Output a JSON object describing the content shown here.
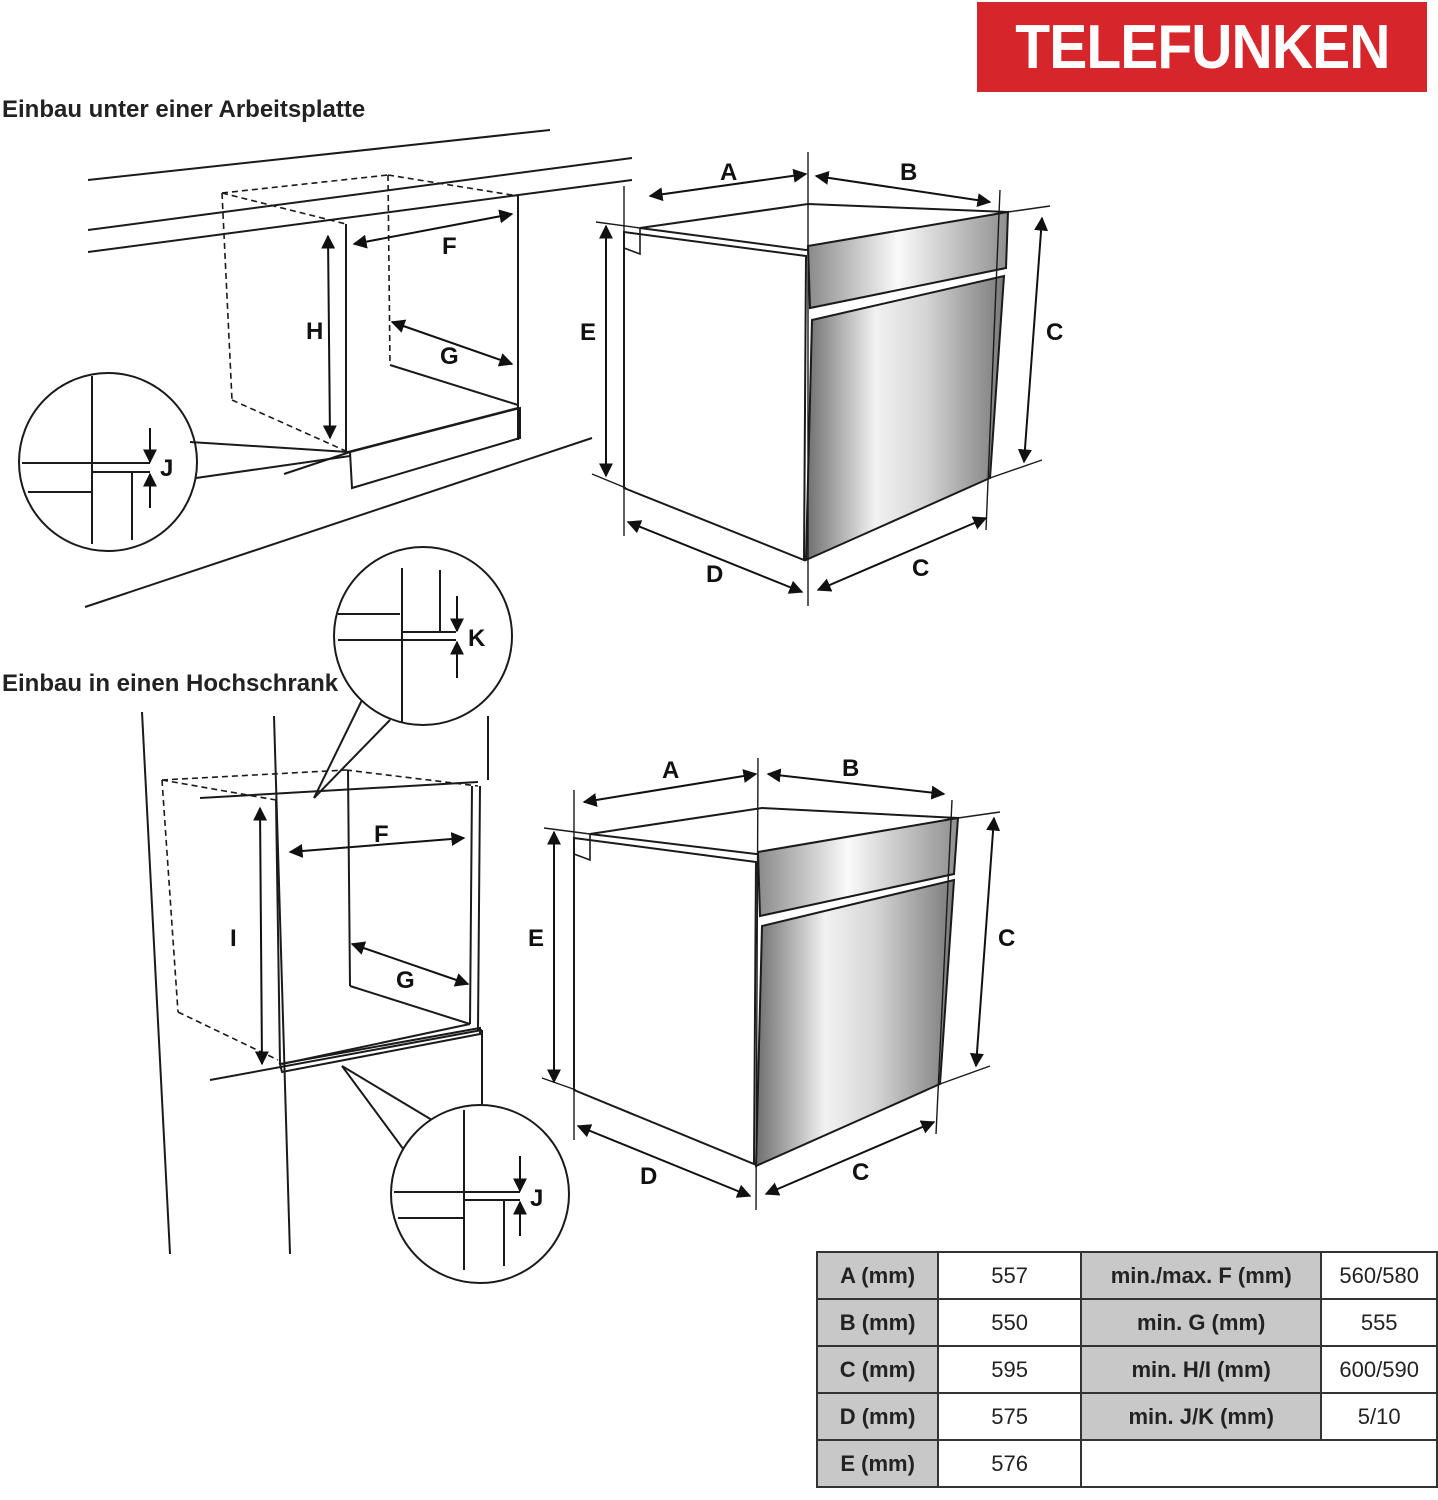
{
  "brand": {
    "name": "TELEFUNKEN",
    "color": "#d7262b"
  },
  "headings": {
    "under_counter": "Einbau unter einer Arbeitsplatte",
    "tall_cabinet": "Einbau in einen Hochschrank"
  },
  "labels": {
    "A": "A",
    "B": "B",
    "C": "C",
    "D": "D",
    "E": "E",
    "F": "F",
    "G": "G",
    "H": "H",
    "I": "I",
    "J": "J",
    "K": "K"
  },
  "table": {
    "rows": [
      {
        "k1": "A (mm)",
        "v1": "557",
        "k2": "min./max. F (mm)",
        "v2": "560/580"
      },
      {
        "k1": "B (mm)",
        "v1": "550",
        "k2": "min. G (mm)",
        "v2": "555"
      },
      {
        "k1": "C (mm)",
        "v1": "595",
        "k2": "min. H/I (mm)",
        "v2": "600/590"
      },
      {
        "k1": "D (mm)",
        "v1": "575",
        "k2": "min. J/K (mm)",
        "v2": "5/10"
      },
      {
        "k1": "E (mm)",
        "v1": "576",
        "k2": "",
        "v2": ""
      }
    ]
  }
}
